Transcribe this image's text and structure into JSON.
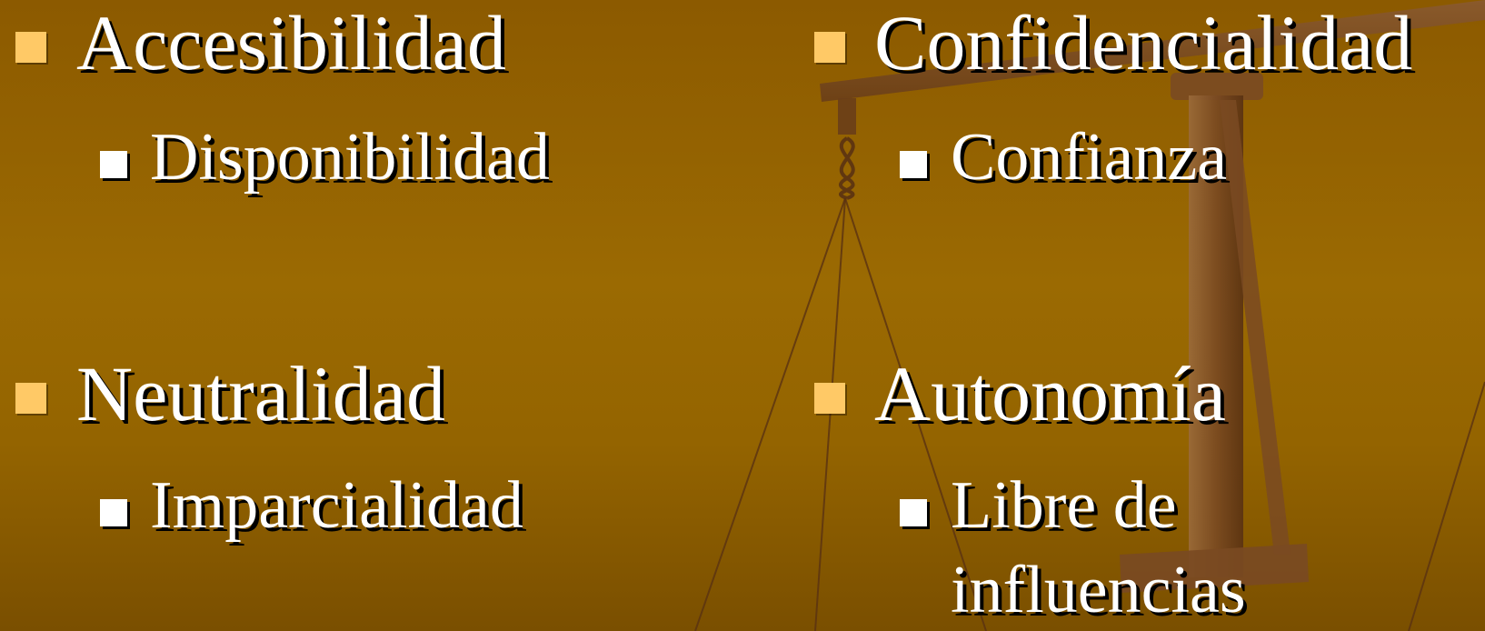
{
  "colors": {
    "background": "#946400",
    "level1_bullet": "#ffc966",
    "level2_bullet": "#ffffff",
    "text": "#ffffff"
  },
  "watermark": {
    "icon": "balance-scale-icon"
  },
  "left": {
    "item1": {
      "title": "Accesibilidad",
      "sub": "Disponibilidad"
    },
    "item2": {
      "title": "Neutralidad",
      "sub": "Imparcialidad"
    }
  },
  "right": {
    "item1": {
      "title": "Confidencialidad",
      "sub": "Confianza"
    },
    "item2": {
      "title": "Autonomía",
      "sub_line1": "Libre de",
      "sub_line2": "influencias"
    }
  }
}
